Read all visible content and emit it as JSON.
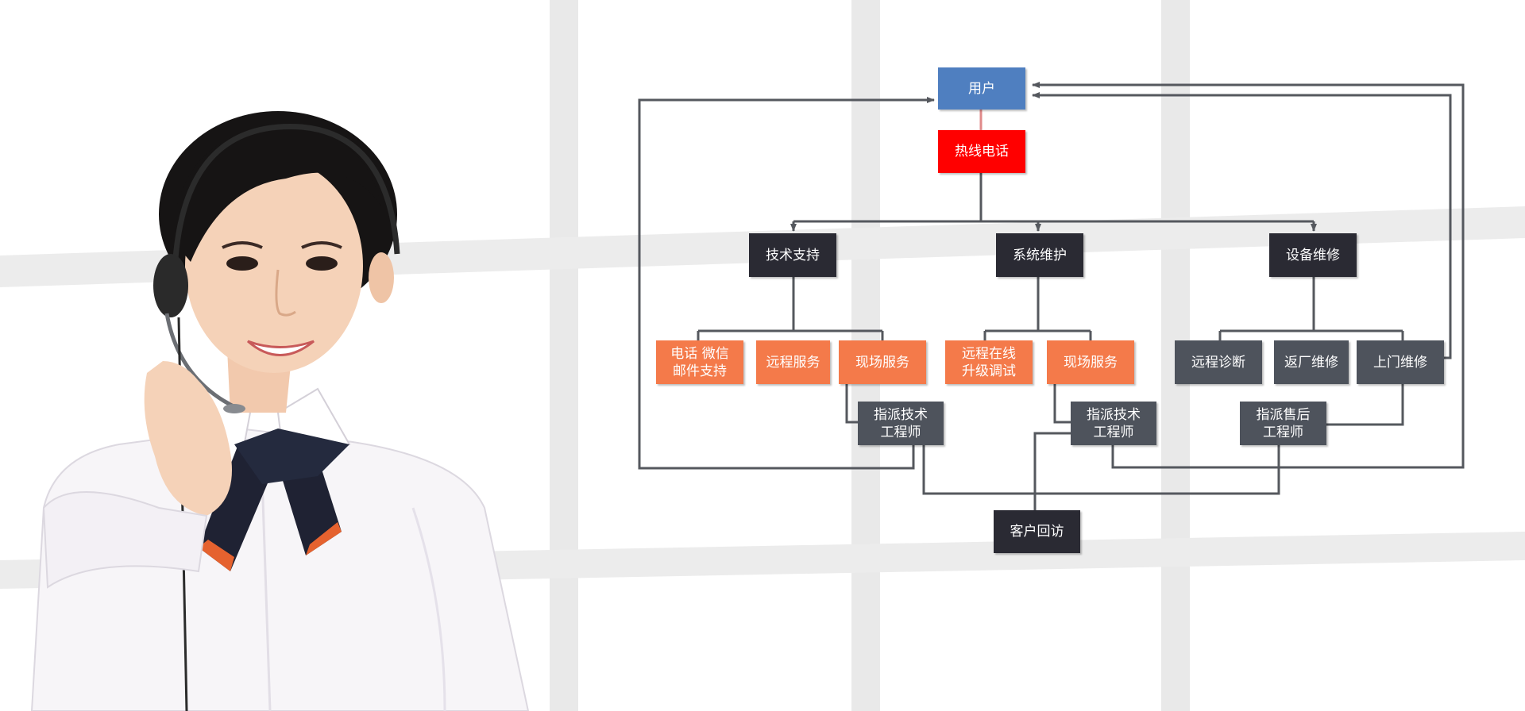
{
  "colors": {
    "user": "#4f7fc0",
    "hotline": "#ff0000",
    "category": "#2a2a33",
    "method": "#f47a4a",
    "repair_method": "#4e535c",
    "engineer": "#4e535c",
    "connector": "#55585e"
  },
  "diagram": {
    "user": "用户",
    "hotline": "热线电话",
    "categories": {
      "tech_support": "技术支持",
      "system_maintenance": "系统维护",
      "equipment_repair": "设备维修"
    },
    "tech_support_methods": {
      "phone": "电话  微信\n邮件支持",
      "remote": "远程服务",
      "onsite": "现场服务"
    },
    "system_methods": {
      "remote_upgrade": "远程在线\n升级调试",
      "onsite": "现场服务"
    },
    "repair_methods": {
      "remote_diagnosis": "远程诊断",
      "return_repair": "返厂维修",
      "onsite_repair": "上门维修"
    },
    "dispatch": {
      "tech_engineer_1": "指派技术\n工程师",
      "tech_engineer_2": "指派技术\n工程师",
      "after_sales_engineer": "指派售后\n工程师"
    },
    "followup": "客户回访"
  },
  "photo": {
    "subject_icon": "customer-service-agent-with-headset"
  }
}
